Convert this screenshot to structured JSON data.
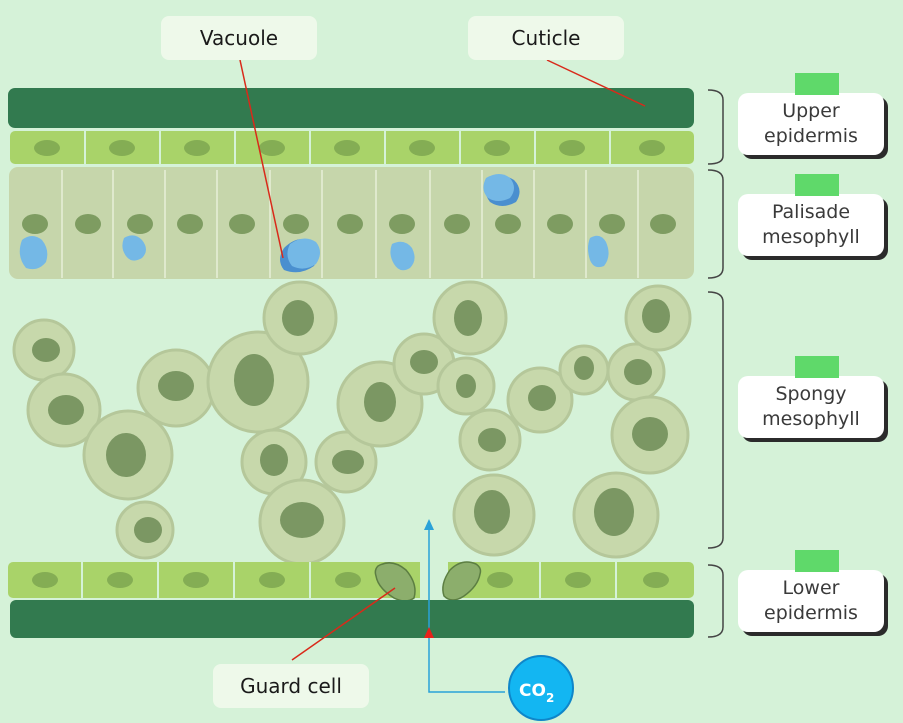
{
  "callouts": {
    "vacuole": "Vacuole",
    "cuticle": "Cuticle",
    "guard_cell": "Guard cell"
  },
  "layers": {
    "upper_epidermis": [
      "Upper",
      "epidermis"
    ],
    "palisade": [
      "Palisade",
      "mesophyll"
    ],
    "spongy": [
      "Spongy",
      "mesophyll"
    ],
    "lower_epidermis": [
      "Lower",
      "epidermis"
    ]
  },
  "co2": {
    "base": "CO",
    "sub": "2"
  },
  "colors": {
    "background": "#d5f2d8",
    "cuticle": "#327a4f",
    "epidermis": "#a9d369",
    "epidermis_nucleus": "#84ad54",
    "palisade": "#c6d6ab",
    "nucleus": "#7e9c61",
    "vacuole": "#74b8e6",
    "spongy_cell": "#c7d8ab",
    "spongy_nucleus": "#7b9763",
    "co2": "#13b6f2",
    "pointer_line": "#d92a1a",
    "arrow": "#2aa2d8",
    "tab": "#5fd96a"
  }
}
